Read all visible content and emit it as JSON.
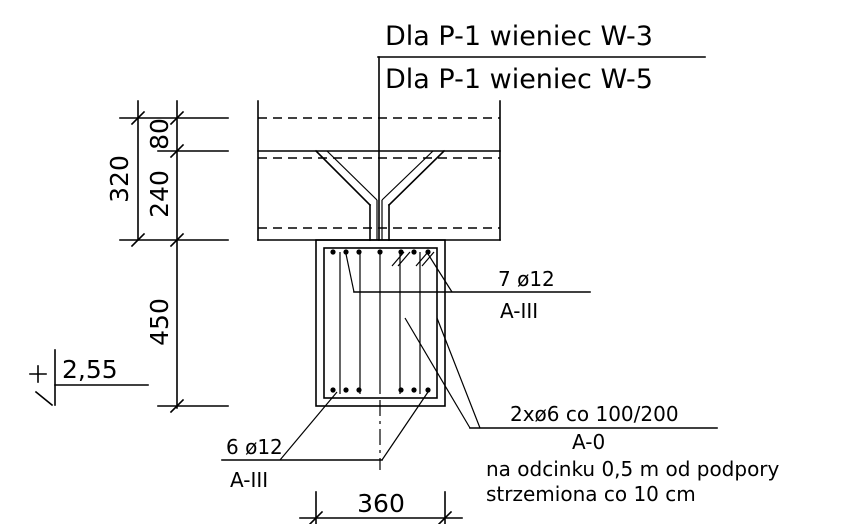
{
  "labels": {
    "beam_note_top": "Dla P-1 wieniec W-3",
    "beam_note_bottom": "Dla P-1 wieniec W-5"
  },
  "dimensions": {
    "d80": "80",
    "d240": "240",
    "d320": "320",
    "d450": "450",
    "width": "360"
  },
  "level": {
    "value": "2,55"
  },
  "reinforcement": {
    "top_bars": "7 ø12",
    "top_grade": "A-III",
    "bottom_bars": "6 ø12",
    "bottom_grade": "A-III",
    "stirrups": "2xø6 co 100/200",
    "stirrups_grade": "A-0",
    "note_line1": "na odcinku 0,5 m od podpory",
    "note_line2": "strzemiona co 10 cm"
  }
}
